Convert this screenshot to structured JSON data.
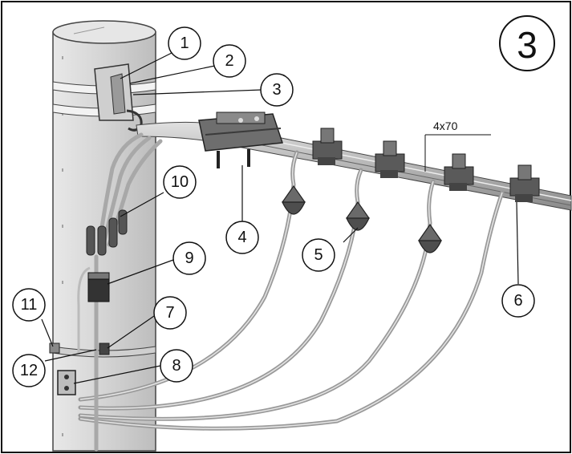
{
  "figure": {
    "step_number": "3",
    "cable_spec": "4x70"
  },
  "callouts": [
    {
      "id": "1",
      "label": "1"
    },
    {
      "id": "2",
      "label": "2"
    },
    {
      "id": "3",
      "label": "3"
    },
    {
      "id": "4",
      "label": "4"
    },
    {
      "id": "5",
      "label": "5"
    },
    {
      "id": "6",
      "label": "6"
    },
    {
      "id": "7",
      "label": "7"
    },
    {
      "id": "8",
      "label": "8"
    },
    {
      "id": "9",
      "label": "9"
    },
    {
      "id": "10",
      "label": "10"
    },
    {
      "id": "11",
      "label": "11"
    },
    {
      "id": "12",
      "label": "12"
    }
  ],
  "colors": {
    "pole": "#d9d9d9",
    "cable": "#b9b9b9",
    "connector": "#555555",
    "line": "#111111",
    "background": "#ffffff"
  }
}
